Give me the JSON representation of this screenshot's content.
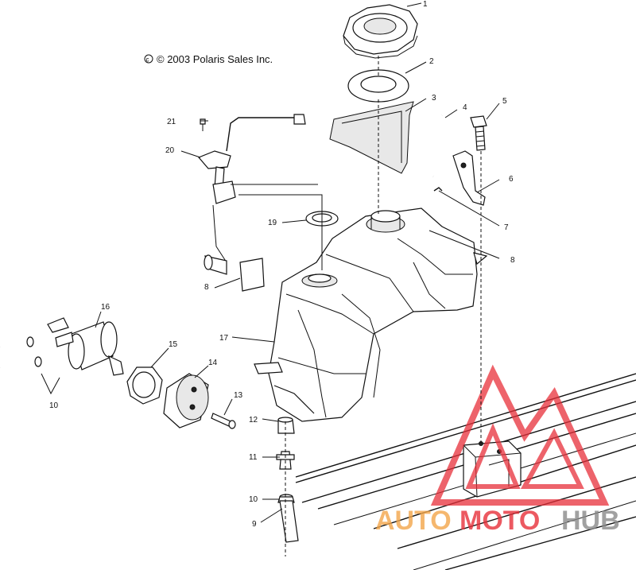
{
  "copyright": "© 2003 Polaris Sales Inc.",
  "callouts": {
    "c1": "1",
    "c2": "2",
    "c3": "3",
    "c4": "4",
    "c5": "5",
    "c6": "6",
    "c7": "7",
    "c8a": "8",
    "c8b": "8",
    "c9": "9",
    "c10a": "10",
    "c10b": "10",
    "c11": "11",
    "c12": "12",
    "c13": "13",
    "c14": "14",
    "c15": "15",
    "c16": "16",
    "c17": "17",
    "c19": "19",
    "c20": "20",
    "c21": "21"
  },
  "watermark": {
    "part1": "AUTO",
    "part2": "MOTO",
    "part3": "HUB",
    "color_red": "#e8303a",
    "color_orange": "#f3a64a",
    "color_gray": "#8a8a8a"
  }
}
